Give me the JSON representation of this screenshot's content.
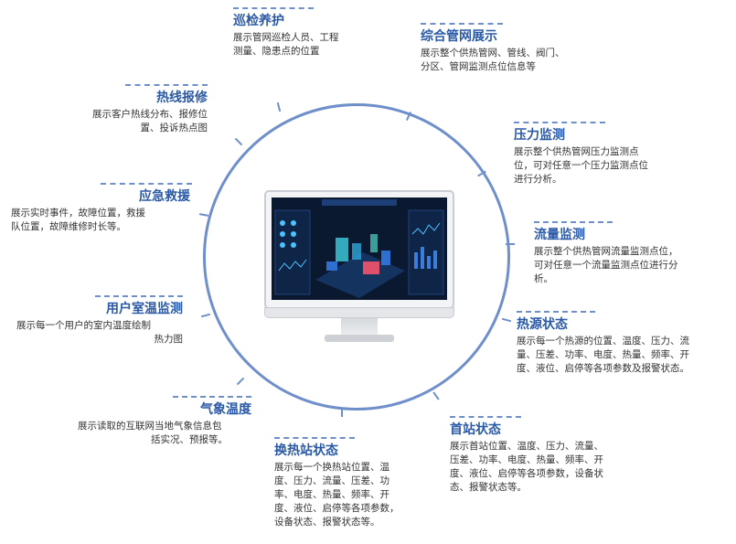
{
  "modules": [
    {
      "id": "patrol",
      "title": "巡检养护",
      "lines": [
        "展示管网巡检人员、工程",
        "测量、隐患点的位置"
      ]
    },
    {
      "id": "network",
      "title": "综合管网展示",
      "lines": [
        "展示整个供热管网、管线、阀门、",
        "分区、管网监测点位信息等"
      ]
    },
    {
      "id": "hotline",
      "title": "热线报修",
      "lines": [
        "展示客户热线分布、报修位",
        "置、投诉热点图"
      ]
    },
    {
      "id": "pressure",
      "title": "压力监测",
      "lines": [
        "展示整个供热管网压力监测点",
        "位，可对任意一个压力监测点位",
        "进行分析。"
      ]
    },
    {
      "id": "emergency",
      "title": "应急救援",
      "lines": [
        "展示实时事件，故障位置，救援",
        "队位置，故障维修时长等。"
      ]
    },
    {
      "id": "flow",
      "title": "流量监测",
      "lines": [
        "展示整个供热管网流量监测点位，",
        "可对任意一个流量监测点位进行分",
        "析。"
      ]
    },
    {
      "id": "indoor",
      "title": "用户室温监测",
      "lines": [
        "展示每一个用户的室内温度绘制",
        "热力图"
      ]
    },
    {
      "id": "source",
      "title": "热源状态",
      "lines": [
        "展示每一个热源的位置、温度、压力、流",
        "量、压差、功率、电度、热量、频率、开",
        "度、液位、启停等各项参数及报警状态。"
      ]
    },
    {
      "id": "weather",
      "title": "气象温度",
      "lines": [
        "展示读取的互联网当地气象信息包",
        "括实况、预报等。"
      ]
    },
    {
      "id": "station",
      "title": "换热站状态",
      "lines": [
        "展示每一个换热站位置、温",
        "度、压力、流量、压差、功",
        "率、电度、热量、频率、开",
        "度、液位、启停等各项参数，",
        "设备状态、报警状态等。"
      ]
    },
    {
      "id": "head",
      "title": "首站状态",
      "lines": [
        "展示首站位置、温度、压力、流量、",
        "压差、功率、电度、热量、频率、开",
        "度、液位、启停等各项参数，设备状",
        "态、报警状态等。"
      ]
    }
  ],
  "colors": {
    "accent": "#2a59a5",
    "ring": "#6f8fcb"
  }
}
